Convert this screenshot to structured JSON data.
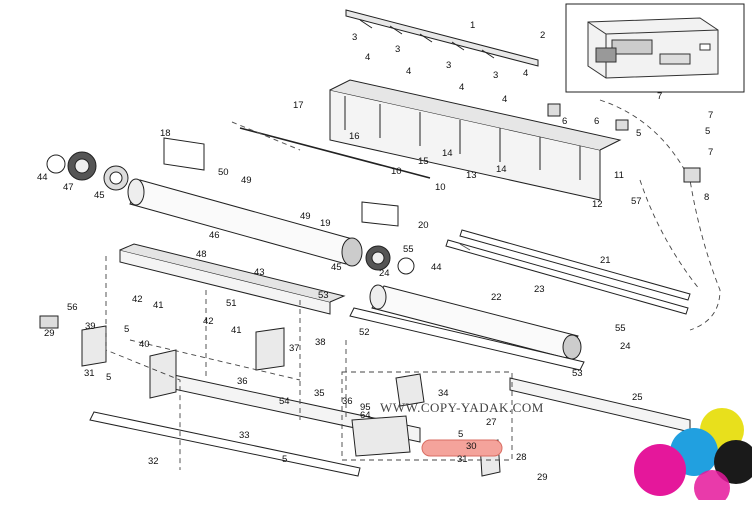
{
  "watermark": "WWW.COPY-YADAK.COM",
  "highlight_color": "#f4a39b",
  "parts": [
    {
      "id": "p1",
      "label": "1"
    },
    {
      "id": "p2",
      "label": "2"
    },
    {
      "id": "p3a",
      "label": "3"
    },
    {
      "id": "p3b",
      "label": "3"
    },
    {
      "id": "p3c",
      "label": "3"
    },
    {
      "id": "p3d",
      "label": "3"
    },
    {
      "id": "p4a",
      "label": "4"
    },
    {
      "id": "p4b",
      "label": "4"
    },
    {
      "id": "p4c",
      "label": "4"
    },
    {
      "id": "p4d",
      "label": "4"
    },
    {
      "id": "p4e",
      "label": "4"
    },
    {
      "id": "p5a",
      "label": "5"
    },
    {
      "id": "p5b",
      "label": "5"
    },
    {
      "id": "p5c",
      "label": "5"
    },
    {
      "id": "p5d",
      "label": "5"
    },
    {
      "id": "p5e",
      "label": "5"
    },
    {
      "id": "p5f",
      "label": "5"
    },
    {
      "id": "p6a",
      "label": "6"
    },
    {
      "id": "p6b",
      "label": "6"
    },
    {
      "id": "p7a",
      "label": "7"
    },
    {
      "id": "p7b",
      "label": "7"
    },
    {
      "id": "p7c",
      "label": "7"
    },
    {
      "id": "p8",
      "label": "8"
    },
    {
      "id": "p10a",
      "label": "10"
    },
    {
      "id": "p10b",
      "label": "10"
    },
    {
      "id": "p11",
      "label": "11"
    },
    {
      "id": "p12",
      "label": "12"
    },
    {
      "id": "p13",
      "label": "13"
    },
    {
      "id": "p14a",
      "label": "14"
    },
    {
      "id": "p14b",
      "label": "14"
    },
    {
      "id": "p15",
      "label": "15"
    },
    {
      "id": "p16",
      "label": "16"
    },
    {
      "id": "p17",
      "label": "17"
    },
    {
      "id": "p18",
      "label": "18"
    },
    {
      "id": "p19",
      "label": "19"
    },
    {
      "id": "p20",
      "label": "20"
    },
    {
      "id": "p21",
      "label": "21"
    },
    {
      "id": "p22",
      "label": "22"
    },
    {
      "id": "p23",
      "label": "23"
    },
    {
      "id": "p24a",
      "label": "24"
    },
    {
      "id": "p24b",
      "label": "24"
    },
    {
      "id": "p25",
      "label": "25"
    },
    {
      "id": "p27",
      "label": "27"
    },
    {
      "id": "p28",
      "label": "28"
    },
    {
      "id": "p29a",
      "label": "29"
    },
    {
      "id": "p29b",
      "label": "29"
    },
    {
      "id": "p30",
      "label": "30"
    },
    {
      "id": "p31a",
      "label": "31"
    },
    {
      "id": "p31b",
      "label": "31"
    },
    {
      "id": "p32",
      "label": "32"
    },
    {
      "id": "p33",
      "label": "33"
    },
    {
      "id": "p34",
      "label": "34"
    },
    {
      "id": "p35",
      "label": "35"
    },
    {
      "id": "p36a",
      "label": "36"
    },
    {
      "id": "p36b",
      "label": "36"
    },
    {
      "id": "p37",
      "label": "37"
    },
    {
      "id": "p38",
      "label": "38"
    },
    {
      "id": "p39",
      "label": "39"
    },
    {
      "id": "p40",
      "label": "40"
    },
    {
      "id": "p41a",
      "label": "41"
    },
    {
      "id": "p41b",
      "label": "41"
    },
    {
      "id": "p42a",
      "label": "42"
    },
    {
      "id": "p42b",
      "label": "42"
    },
    {
      "id": "p43",
      "label": "43"
    },
    {
      "id": "p44a",
      "label": "44"
    },
    {
      "id": "p44b",
      "label": "44"
    },
    {
      "id": "p45a",
      "label": "45"
    },
    {
      "id": "p45b",
      "label": "45"
    },
    {
      "id": "p46",
      "label": "46"
    },
    {
      "id": "p47",
      "label": "47"
    },
    {
      "id": "p48",
      "label": "48"
    },
    {
      "id": "p49a",
      "label": "49"
    },
    {
      "id": "p49b",
      "label": "49"
    },
    {
      "id": "p50",
      "label": "50"
    },
    {
      "id": "p51",
      "label": "51"
    },
    {
      "id": "p52",
      "label": "52"
    },
    {
      "id": "p53a",
      "label": "53"
    },
    {
      "id": "p53b",
      "label": "53"
    },
    {
      "id": "p54",
      "label": "54"
    },
    {
      "id": "p55a",
      "label": "55"
    },
    {
      "id": "p55b",
      "label": "55"
    },
    {
      "id": "p56",
      "label": "56"
    },
    {
      "id": "p57",
      "label": "57"
    },
    {
      "id": "p95",
      "label": "95"
    },
    {
      "id": "p64",
      "label": "64"
    }
  ]
}
